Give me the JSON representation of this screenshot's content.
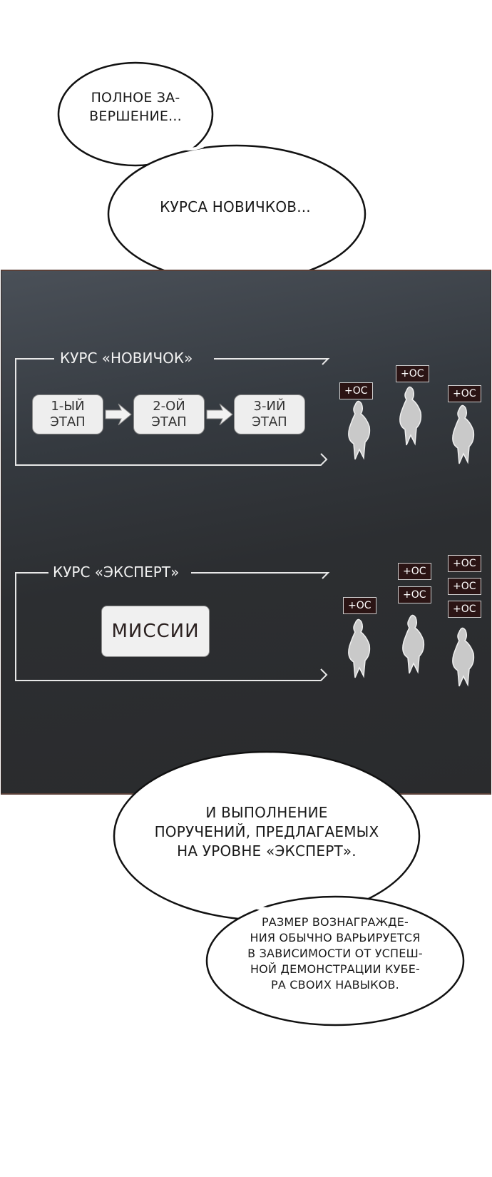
{
  "bubbles": {
    "top_small": "ПОЛНОЕ ЗА-\nВЕРШЕНИЕ...",
    "top_large": "КУРСА НОВИЧКОВ...",
    "bottom_large": "И ВЫПОЛНЕНИЕ\nПОРУЧЕНИЙ, ПРЕДЛАГАЕМЫХ\nНА УРОВНЕ «ЭКСПЕРТ».",
    "bottom_small": "РАЗМЕР ВОЗНАГРАЖДЕ-\nНИЯ ОБЫЧНО ВАРЬИРУЕТСЯ\nВ ЗАВИСИМОСТИ ОТ УСПЕШ-\nНОЙ ДЕМОНСТРАЦИИ КУБЕ-\nРА СВОИХ НАВЫКОВ."
  },
  "novice_course": {
    "title": "КУРС «НОВИЧОК»",
    "stages": [
      "1-ЫЙ\nЭТАП",
      "2-ОЙ\nЭТАП",
      "3-ИЙ\nЭТАП"
    ]
  },
  "expert_course": {
    "title": "КУРС «ЭКСПЕРТ»",
    "missions": "МИССИИ"
  },
  "reward_badge": "+ОС",
  "colors": {
    "panel": "#2c2e31",
    "panel_border": "#5b4038",
    "badge_bg": "#2b1414",
    "bracket": "#e8e8e8"
  }
}
